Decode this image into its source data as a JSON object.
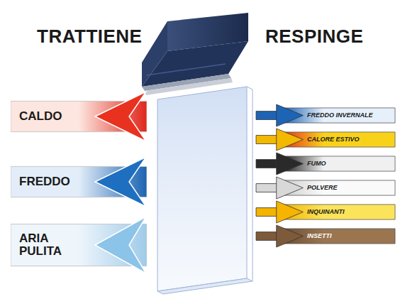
{
  "diagram": {
    "nodes": [
      {
        "text": [
          "CALDO"
        ]
      },
      {
        "text": [
          "FREDDO"
        ]
      },
      {
        "text": [
          "ARIA PULITA"
        ]
      },
      {
        "text": [
          "FREDDO INVERNALE"
        ]
      },
      {
        "text": [
          "CALORE ESTIVO"
        ]
      },
      {
        "text": [
          "FUMO"
        ]
      },
      {
        "text": [
          "POLVERE"
        ]
      },
      {
        "text": [
          "INQUINANTI"
        ]
      },
      {
        "text": [
          "INSETTI"
        ]
      }
    ],
    "labels": [
      "TRATTIENE",
      "RESPINGE"
    ]
  }
}
